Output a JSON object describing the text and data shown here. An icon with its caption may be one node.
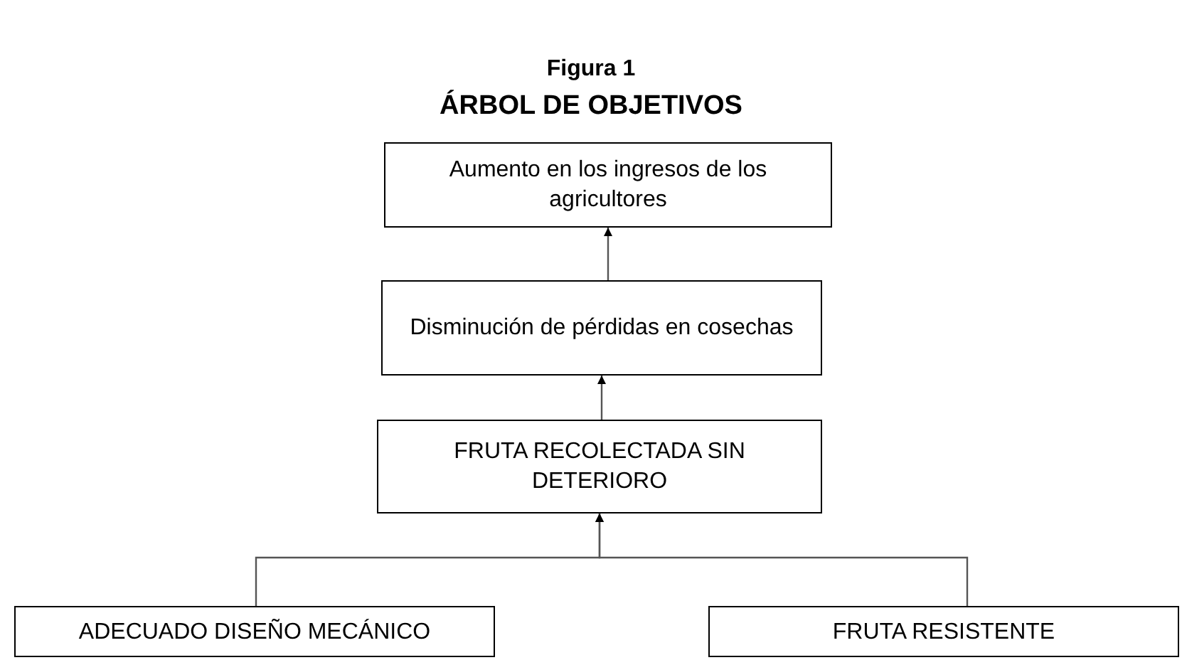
{
  "diagram": {
    "title": "Figura 1 ÁRBOL DE OBJETIVOS",
    "nodes": [
      {
        "text": [
          "Aumento en los ingresos de los agricultores"
        ]
      },
      {
        "text": [
          "Disminución de pérdidas en cosechas"
        ]
      },
      {
        "text": [
          "FRUTA RECOLECTADA SIN DETERIORO"
        ]
      },
      {
        "text": [
          "ADECUADO DISEÑO MECÁNICO"
        ]
      },
      {
        "text": [
          "FRUTA RESISTENTE"
        ]
      }
    ],
    "edges": [
      {
        "from": 1,
        "to": 0,
        "arrow": "to"
      },
      {
        "from": 2,
        "to": 1,
        "arrow": "to"
      },
      {
        "from": 3,
        "to": 2,
        "arrow": "to"
      },
      {
        "from": 4,
        "to": 2,
        "arrow": "to"
      }
    ]
  }
}
